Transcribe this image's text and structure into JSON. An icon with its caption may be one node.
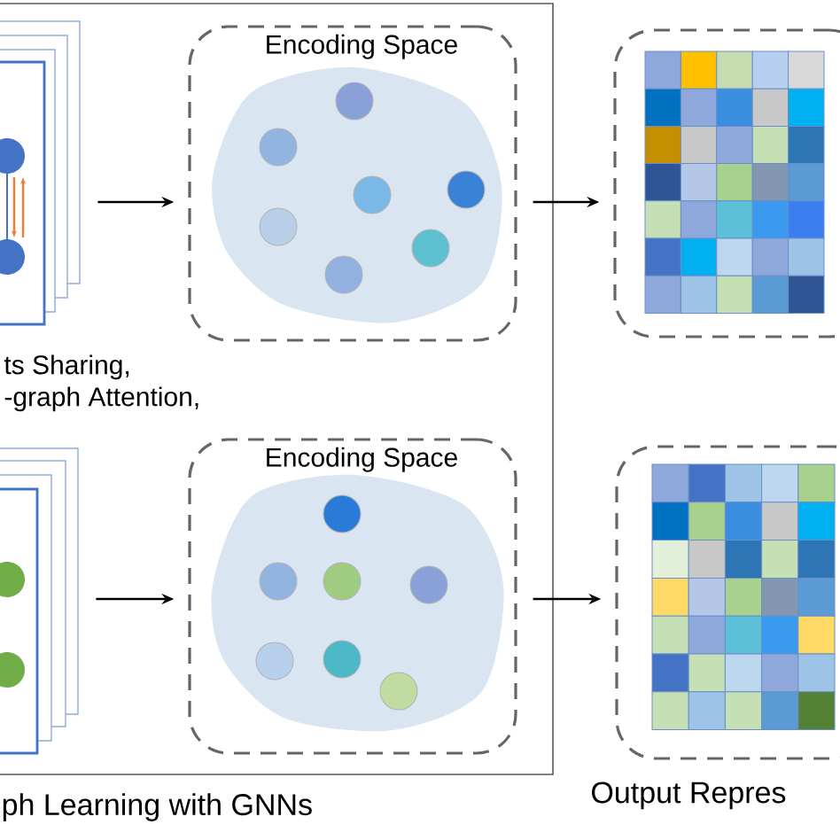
{
  "diagram": {
    "nodes": [
      {
        "text": [
          "ph Learning with GNNs"
        ]
      },
      {
        "text": [],
        "shape": "picture",
        "in": 0
      },
      {
        "text": [
          "Encoding Space"
        ],
        "in": 0
      },
      {
        "text": [],
        "shape": "box"
      },
      {
        "text": [],
        "shape": "picture",
        "in": 0
      },
      {
        "text": [
          "Encoding Space"
        ],
        "in": 0
      },
      {
        "text": [],
        "shape": "box"
      }
    ],
    "edges": [
      {
        "from": 1,
        "to": 2,
        "arrow": "to"
      },
      {
        "from": 2,
        "to": 3,
        "arrow": "to"
      },
      {
        "from": 4,
        "to": 5,
        "arrow": "to"
      },
      {
        "from": 5,
        "to": 6,
        "arrow": "to"
      }
    ],
    "labels": [
      "ts Sharing,",
      "-graph Attention,",
      "Output Repres"
    ]
  }
}
